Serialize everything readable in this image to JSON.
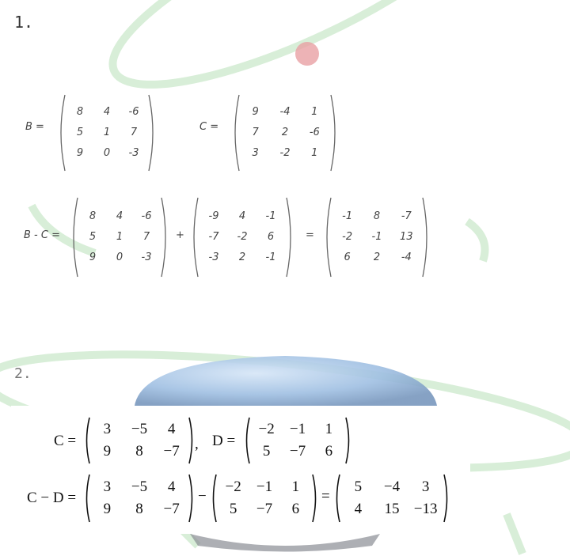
{
  "problems": [
    {
      "number": "1.",
      "matrix_B": {
        "label": "B =",
        "rows": [
          [
            "8",
            "4",
            "-6"
          ],
          [
            "5",
            "1",
            "7"
          ],
          [
            "9",
            "0",
            "-3"
          ]
        ]
      },
      "matrix_C": {
        "label": "C =",
        "rows": [
          [
            "9",
            "-4",
            "1"
          ],
          [
            "7",
            "2",
            "-6"
          ],
          [
            "3",
            "-2",
            "1"
          ]
        ]
      },
      "equation": {
        "label": "B - C =",
        "left": [
          [
            "8",
            "4",
            "-6"
          ],
          [
            "5",
            "1",
            "7"
          ],
          [
            "9",
            "0",
            "-3"
          ]
        ],
        "op1": "+",
        "middle": [
          [
            "-9",
            "4",
            "-1"
          ],
          [
            "-7",
            "-2",
            "6"
          ],
          [
            "-3",
            "2",
            "-1"
          ]
        ],
        "op2": "=",
        "result": [
          [
            "-1",
            "8",
            "-7"
          ],
          [
            "-2",
            "-1",
            "13"
          ],
          [
            "6",
            "2",
            "-4"
          ]
        ]
      }
    },
    {
      "number": "2.",
      "matrix_C": {
        "label": "C =",
        "rows": [
          [
            "3",
            "−5",
            "4"
          ],
          [
            "9",
            "8",
            "−7"
          ]
        ]
      },
      "sep": ",",
      "matrix_D": {
        "label": "D =",
        "rows": [
          [
            "−2",
            "−1",
            "1"
          ],
          [
            "5",
            "−7",
            "6"
          ]
        ]
      },
      "equation": {
        "label": "C − D =",
        "left": [
          [
            "3",
            "−5",
            "4"
          ],
          [
            "9",
            "8",
            "−7"
          ]
        ],
        "op1": "−",
        "middle": [
          [
            "−2",
            "−1",
            "1"
          ],
          [
            "5",
            "−7",
            "6"
          ]
        ],
        "op2": "=",
        "result": [
          [
            "5",
            "−4",
            "3"
          ],
          [
            "4",
            "15",
            "−13"
          ]
        ]
      }
    }
  ]
}
